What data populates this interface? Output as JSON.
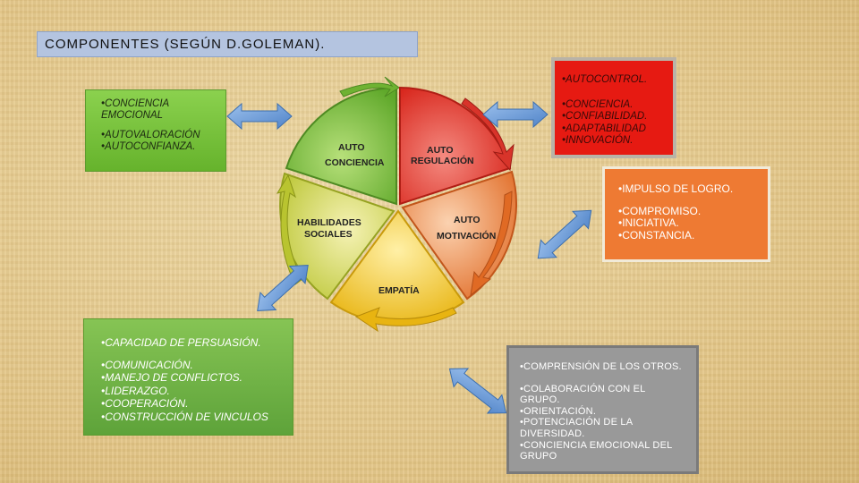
{
  "title": "COMPONENTES (SEGÚN D.GOLEMAN).",
  "wheel": {
    "autoconciencia": [
      "AUTO",
      "CONCIENCIA"
    ],
    "autorregulacion": [
      "AUTO",
      "REGULACIÓN"
    ],
    "automotivacion": [
      "AUTO",
      "MOTIVACIÓN"
    ],
    "empatia": [
      "EMPATÍA"
    ],
    "habilidades": [
      "HABILIDADES",
      "SOCIALES"
    ]
  },
  "boxes": {
    "autoconciencia": [
      "•CONCIENCIA",
      "EMOCIONAL",
      "•AUTOVALORACIÓN",
      "•AUTOCONFIANZA."
    ],
    "autorregulacion": [
      "•AUTOCONTROL.",
      "•CONCIENCIA.",
      "•CONFIABILIDAD.",
      "•ADAPTABILIDAD",
      "•INNOVACIÓN."
    ],
    "automotivacion": [
      "•IMPULSO DE LOGRO.",
      "•COMPROMISO.",
      "•INICIATIVA.",
      "•CONSTANCIA."
    ],
    "habilidades": [
      "•CAPACIDAD DE PERSUASIÓN.",
      "•COMUNICACIÓN.",
      "•MANEJO DE CONFLICTOS.",
      "•LIDERAZGO.",
      "•COOPERACIÓN.",
      "•CONSTRUCCIÓN DE VINCULOS"
    ],
    "empatia": [
      "•COMPRENSIÓN DE LOS OTROS.",
      "•COLABORACIÓN CON EL",
      "GRUPO.",
      "•ORIENTACIÓN.",
      "•POTENCIACIÓN DE LA",
      "DIVERSIDAD.",
      "•CONCIENCIA EMOCIONAL DEL",
      "GRUPO"
    ]
  },
  "colors": {
    "green": "#7cbf3c",
    "red": "#e53a2f",
    "orange": "#ec7b3a",
    "yellow": "#f2c21a",
    "gray": "#999999",
    "arrow_blue": "#5b8ed1"
  }
}
